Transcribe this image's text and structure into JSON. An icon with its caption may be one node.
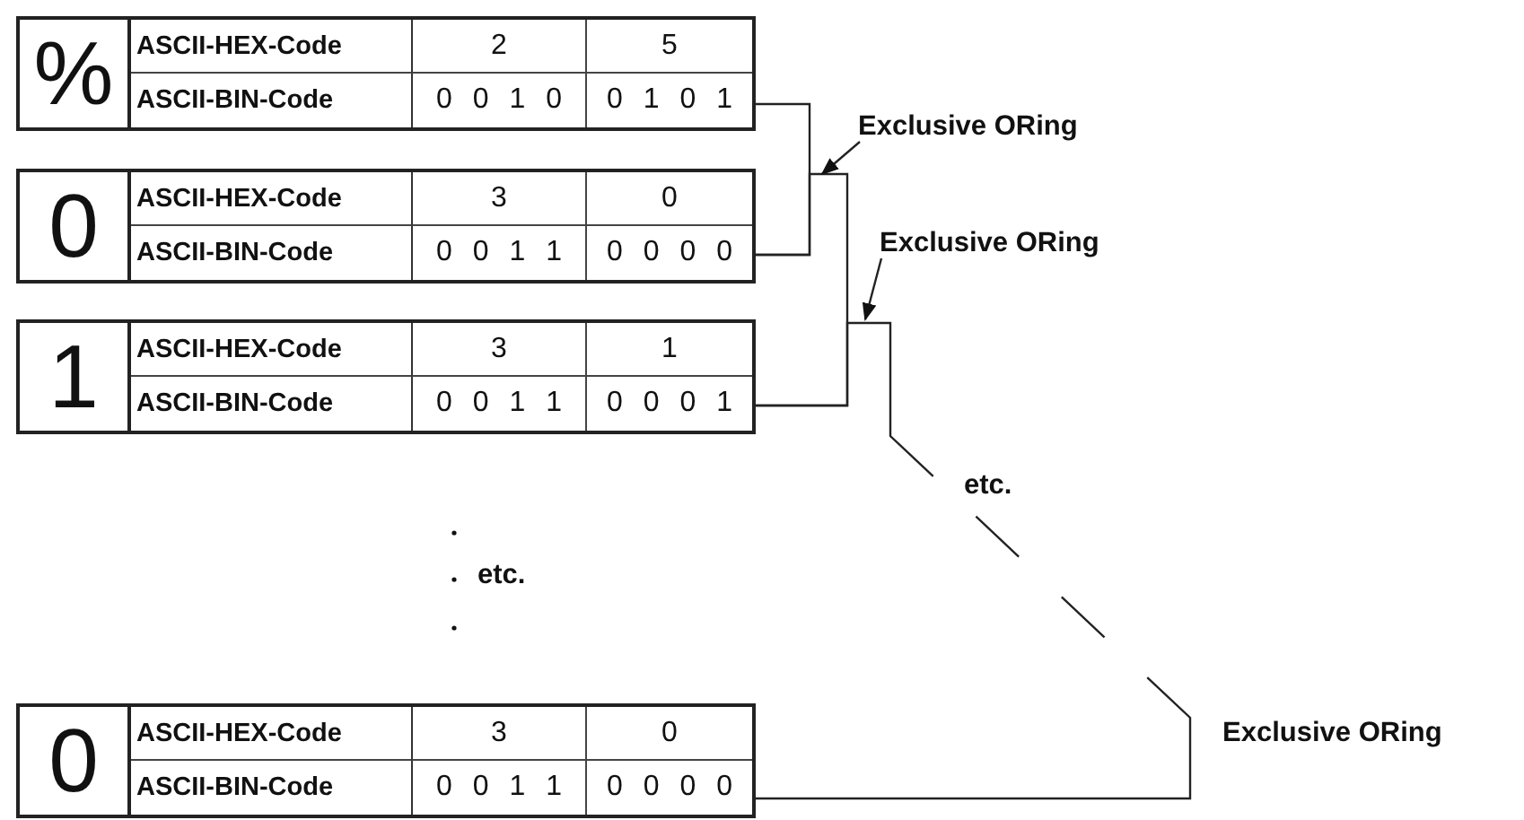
{
  "diagram": {
    "nodes": [
      {
        "text": [
          "%",
          "ASCII-HEX-Code",
          "2",
          "5",
          "ASCII-BIN-Code",
          "0 0 1 0",
          "0 1 0 1"
        ]
      },
      {
        "text": [
          "0",
          "ASCII-HEX-Code",
          "3",
          "0",
          "ASCII-BIN-Code",
          "0 0 1 1",
          "0 0 0 0"
        ]
      },
      {
        "text": [
          "1",
          "ASCII-HEX-Code",
          "3",
          "1",
          "ASCII-BIN-Code",
          "0 0 1 1",
          "0 0 0 1"
        ]
      },
      {
        "text": [
          "0",
          "ASCII-HEX-Code",
          "3",
          "0",
          "ASCII-BIN-Code",
          "0 0 1 1",
          "0 0 0 0"
        ]
      },
      {
        "text": [
          "Exclusive ORing"
        ]
      },
      {
        "text": [
          "Exclusive ORing"
        ]
      }
    ],
    "edges": [
      {
        "from": 0,
        "to": 1,
        "arrow": "none"
      },
      {
        "from": 1,
        "to": 2,
        "arrow": "none"
      },
      {
        "from": 2,
        "to": 3,
        "arrow": "none",
        "style": "dashed"
      },
      {
        "from": 4,
        "to": null,
        "arrow": "to"
      },
      {
        "from": 5,
        "to": null,
        "arrow": "to"
      }
    ],
    "labels": [
      "etc.",
      "etc.",
      "Exclusive ORing"
    ]
  }
}
